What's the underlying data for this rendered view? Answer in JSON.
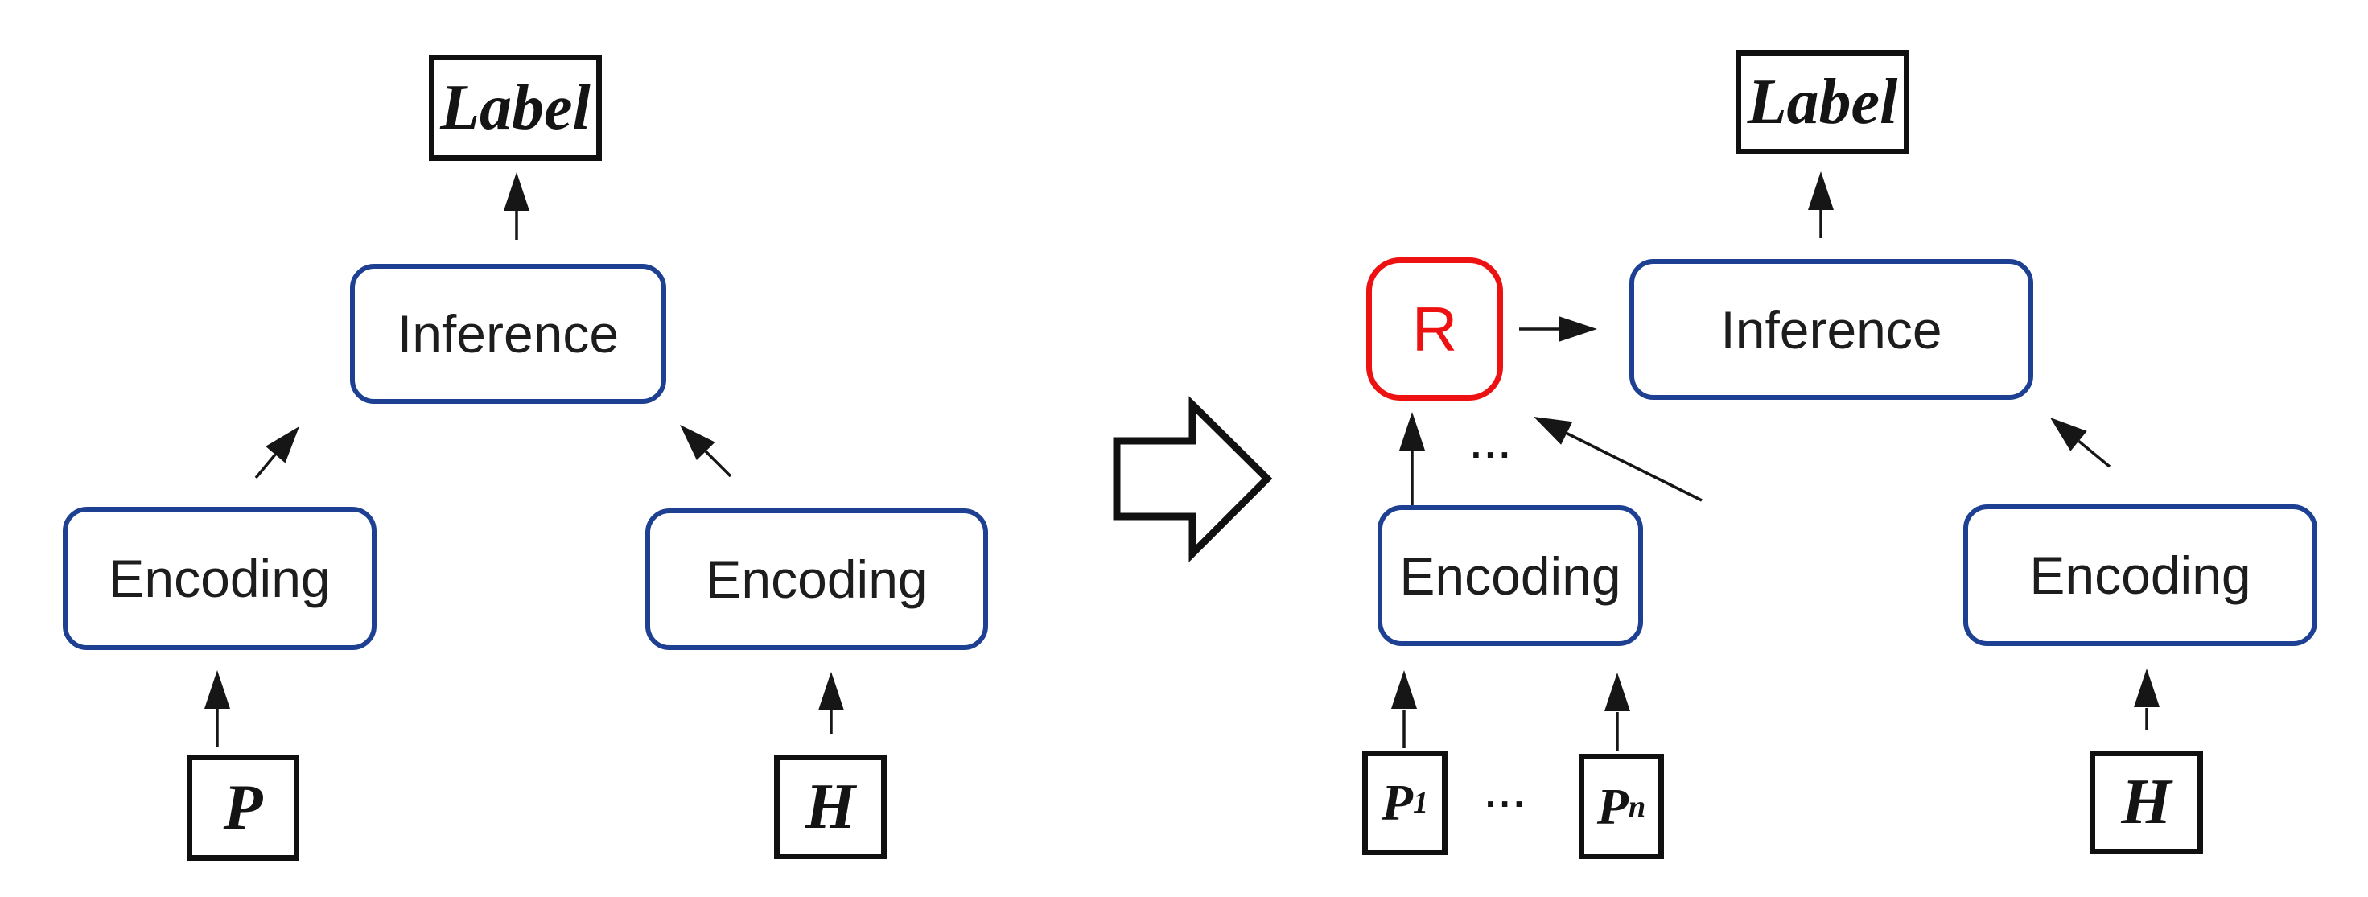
{
  "figure": {
    "background_color": "#ffffff",
    "colors": {
      "blue_box_border": "#1e4093",
      "red_box_border": "#ee1111",
      "red_text": "#ee1111",
      "black_box_border": "#101010",
      "arrow_color": "#161616",
      "text_color": "#1d1d1d"
    },
    "left_diagram": {
      "label": "Label",
      "inference": "Inference",
      "encoding_premise": "Encoding",
      "encoding_hypothesis": "Encoding",
      "premise": "P",
      "hypothesis": "H"
    },
    "right_diagram": {
      "label": "Label",
      "relation": "R",
      "inference": "Inference",
      "encoding_premise": "Encoding",
      "encoding_hypothesis": "Encoding",
      "premise_first_base": "P",
      "premise_first_sub": "1",
      "premise_last_base": "P",
      "premise_last_sub": "n",
      "hypothesis": "H",
      "ellipsis_encoding_inputs": "...",
      "ellipsis_premises": "..."
    }
  }
}
